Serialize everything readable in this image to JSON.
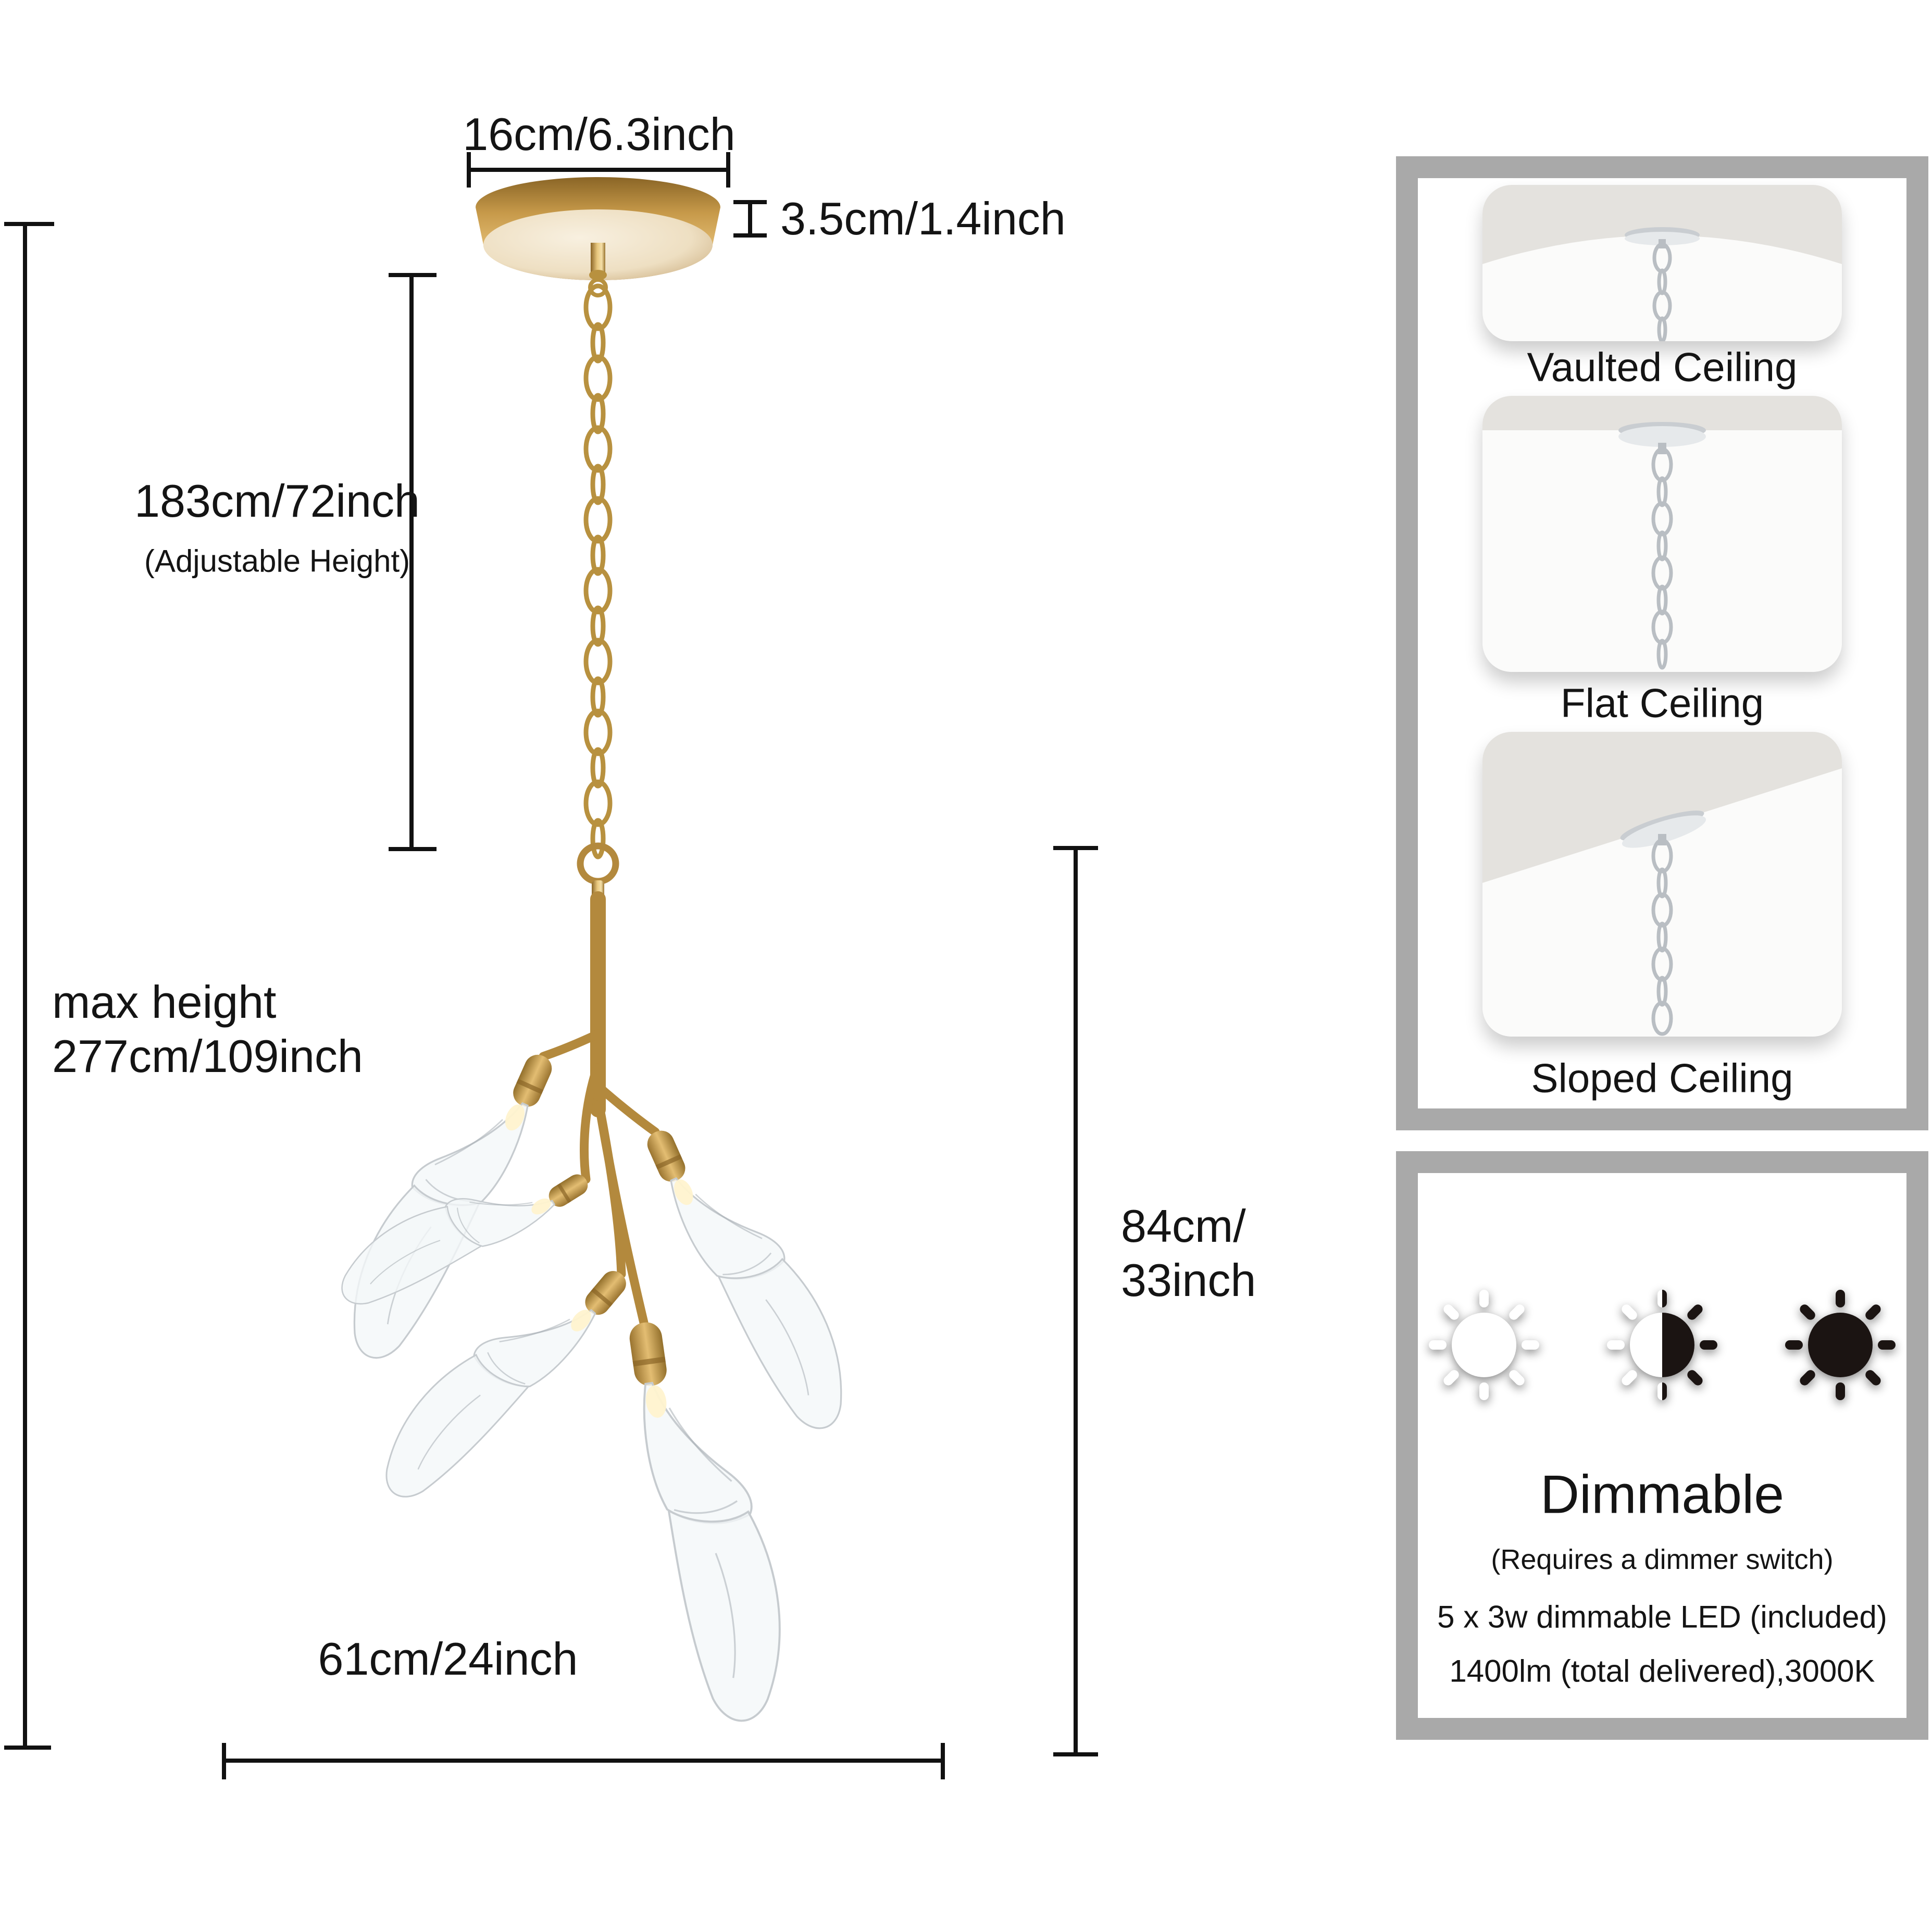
{
  "product_diagram": {
    "canopy_width_label": "16cm/6.3inch",
    "canopy_height_label": "3.5cm/1.4inch",
    "chain_length_label": "183cm/72inch",
    "chain_length_note": "(Adjustable Height)",
    "max_height_label_line1": "max height",
    "max_height_label_line2": "277cm/109inch",
    "fixture_height_label_line1": "84cm/",
    "fixture_height_label_line2": "33inch",
    "fixture_width_label": "61cm/24inch"
  },
  "ceiling_options": {
    "cards": [
      {
        "label": "Vaulted Ceiling",
        "icon": "vaulted-ceiling-mount-icon"
      },
      {
        "label": "Flat Ceiling",
        "icon": "flat-ceiling-mount-icon"
      },
      {
        "label": "Sloped Ceiling",
        "icon": "sloped-ceiling-mount-icon"
      }
    ]
  },
  "dimming_info": {
    "icons": [
      "sun-outline-icon",
      "sun-half-icon",
      "sun-filled-icon"
    ],
    "title": "Dimmable",
    "note": "(Requires a dimmer switch)",
    "spec_line1": "5 x 3w dimmable LED (included)",
    "spec_line2": "1400lm (total delivered),3000K"
  },
  "colors": {
    "brass": "#b8913f",
    "brass_light": "#ecd095",
    "brass_dark": "#8a6526",
    "silver": "#b9bec3",
    "panel_border": "#a9a9a9",
    "card_bg": "#f1f1f0",
    "ceiling_shade": "#e4e2de",
    "text": "#141414"
  }
}
